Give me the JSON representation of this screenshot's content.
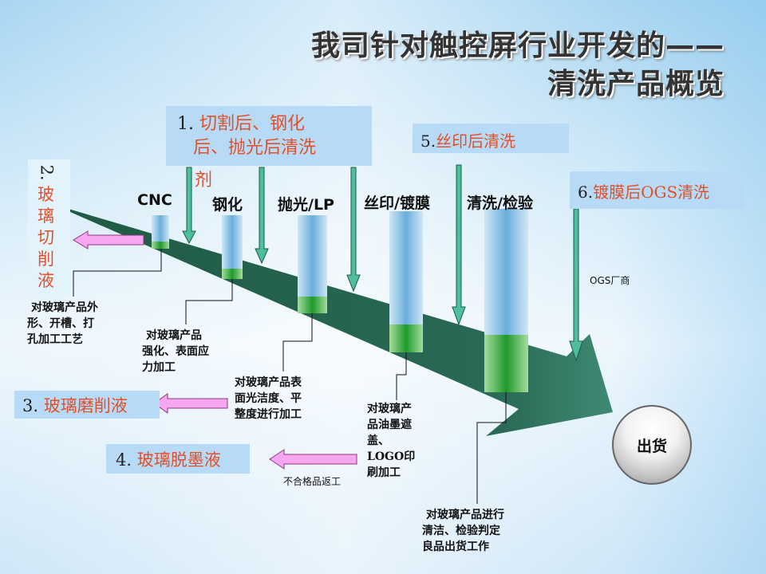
{
  "title": {
    "line1": "我司针对触控屏行业开发的——",
    "line2": "清洗产品概览"
  },
  "boxes": {
    "b1": {
      "num": "1. ",
      "text1": "切割后、钢化",
      "text2": "后、抛光后清洗",
      "text3": "剂"
    },
    "b2": {
      "num": "2.",
      "text": "玻璃切削液"
    },
    "b3": {
      "num": "3. ",
      "text": "玻璃磨削液"
    },
    "b4": {
      "num": "4. ",
      "text": "玻璃脱墨液"
    },
    "b5": {
      "num": "5.",
      "text": "丝印后清洗"
    },
    "b6": {
      "num": "6.",
      "text": "镀膜后OGS清洗"
    }
  },
  "stages": [
    "CNC",
    "钢化",
    "抛光/LP",
    "丝印/镀膜",
    "清洗/检验"
  ],
  "descriptions": {
    "d1": [
      "对玻璃产品外",
      "形、开槽、打",
      "孔加工工艺"
    ],
    "d2": [
      "对玻璃产品",
      "强化、表面应",
      "力加工"
    ],
    "d3": [
      "对玻璃产品表",
      "面光洁度、平",
      "整度进行加工"
    ],
    "d4": [
      "对玻璃产",
      "品油墨遮",
      "盖、",
      "LOGO印",
      "刷加工"
    ],
    "d5": [
      "对玻璃产品进行",
      "清洁、检验判定",
      "良品出货工作"
    ]
  },
  "notes": {
    "ogs": "OGS厂商",
    "rework": "不合格品返工"
  },
  "ship": "出货",
  "colors": {
    "arrow": "#2a6a55",
    "teal": "#4dbf9f",
    "pink": "#f7a6ef",
    "red": "#e0502a"
  }
}
